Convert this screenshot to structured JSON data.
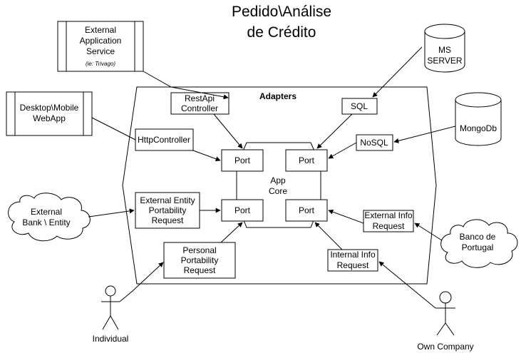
{
  "title": [
    "Pedido\\Análise",
    "de Crédito"
  ],
  "adapters_label": "Adapters",
  "core": {
    "label": [
      "App",
      "Core"
    ],
    "ports": [
      "Port",
      "Port",
      "Port",
      "Port"
    ]
  },
  "actors": {
    "individual": "Individual",
    "company": "Own Company"
  },
  "databases": {
    "ms_server": [
      "MS",
      "SERVER"
    ],
    "mongo": [
      "MongoDb"
    ]
  },
  "clouds": {
    "ext_bank": [
      "External",
      "Bank \\ Entity"
    ],
    "banco": [
      "Banco de",
      "Portugal"
    ]
  },
  "external_systems": {
    "ext_app": [
      "External",
      "Application",
      "Service"
    ],
    "ext_app_note": "(ie: Trivago)",
    "desktop": [
      "Desktop\\Mobile",
      "WebApp"
    ]
  },
  "adapters": {
    "restapi": [
      "RestApi",
      "Controller"
    ],
    "http": [
      "HttpController"
    ],
    "sql": [
      "SQL"
    ],
    "nosql": [
      "NoSQL"
    ],
    "ext_entity": [
      "External Entity",
      "Portability",
      "Request"
    ],
    "personal": [
      "Personal",
      "Portability",
      "Request"
    ],
    "ext_info": [
      "External Info",
      "Request"
    ],
    "int_info": [
      "Internal Info",
      "Request"
    ]
  }
}
